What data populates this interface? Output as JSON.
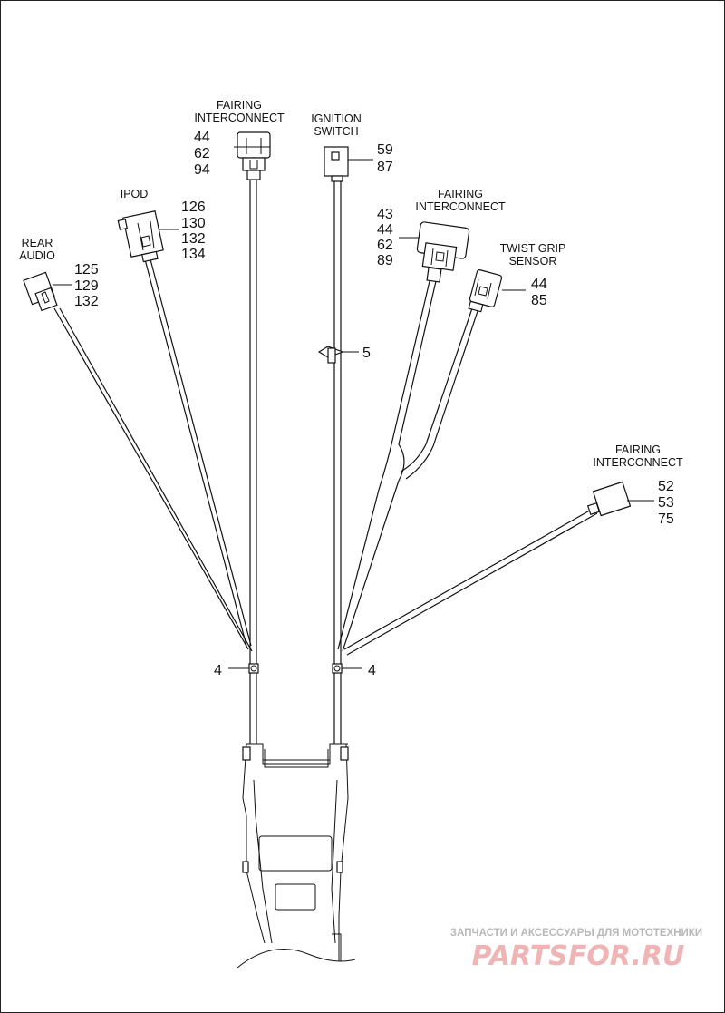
{
  "labels": {
    "fairing_top_1": "FAIRING",
    "fairing_top_2": "INTERCONNECT",
    "ignition_1": "IGNITION",
    "ignition_2": "SWITCH",
    "ipod": "IPOD",
    "rear_audio_1": "REAR",
    "rear_audio_2": "AUDIO",
    "fairing_mid_1": "FAIRING",
    "fairing_mid_2": "INTERCONNECT",
    "twist_grip_1": "TWIST GRIP",
    "twist_grip_2": "SENSOR",
    "fairing_right_1": "FAIRING",
    "fairing_right_2": "INTERCONNECT"
  },
  "refs": {
    "fairing_top": [
      "44",
      "62",
      "94"
    ],
    "ignition": [
      "59",
      "87"
    ],
    "ipod": [
      "126",
      "130",
      "132",
      "134"
    ],
    "rear_audio": [
      "125",
      "129",
      "132"
    ],
    "fairing_mid": [
      "43",
      "44",
      "62",
      "89"
    ],
    "twist_grip": [
      "44",
      "85"
    ],
    "fairing_right": [
      "52",
      "53",
      "75"
    ],
    "clip": "5",
    "strap_left": "4",
    "strap_right": "4"
  },
  "watermark": {
    "line1": "ЗАПЧАСТИ И АКСЕССУАРЫ ДЛЯ МОТОТЕХНИКИ",
    "line2": "PARTSFOR.RU"
  }
}
